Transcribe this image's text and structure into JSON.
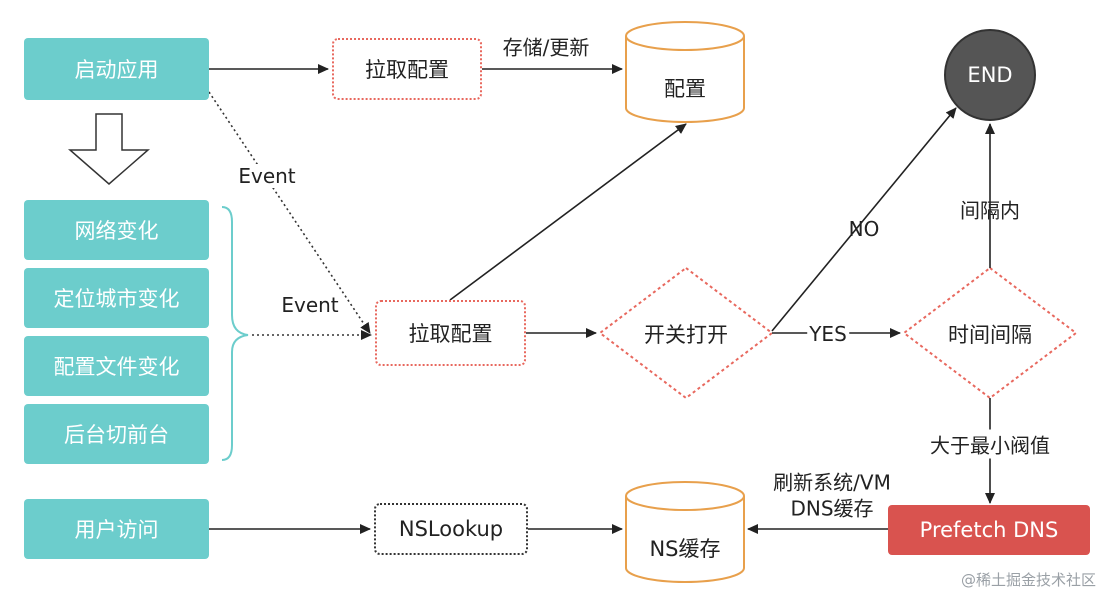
{
  "nodes": {
    "start_app": "启动应用",
    "fetch_config_top": "拉取配置",
    "config_db": "配置",
    "end": "END",
    "net_change": "网络变化",
    "city_change": "定位城市变化",
    "config_file_change": "配置文件变化",
    "bg_fg": "后台切前台",
    "fetch_config_mid": "拉取配置",
    "switch_on": "开关打开",
    "interval": "时间间隔",
    "user_access": "用户访问",
    "nslookup": "NSLookup",
    "ns_cache": "NS缓存",
    "prefetch": "Prefetch DNS"
  },
  "edge_labels": {
    "store_update": "存储/更新",
    "event1": "Event",
    "event2": "Event",
    "no": "NO",
    "yes": "YES",
    "within_interval": "间隔内",
    "greater_than": "大于最小阀值",
    "refresh_line1": "刷新系统/VM",
    "refresh_line2": "DNS缓存"
  },
  "colors": {
    "teal": "#6ccdcc",
    "orange": "#e8a04c",
    "red_dotted": "#e8685e",
    "end_fill": "#555555",
    "prefetch_fill": "#d9534f",
    "bracket": "#6ccdcc"
  },
  "watermark": "@稀土掘金技术社区"
}
